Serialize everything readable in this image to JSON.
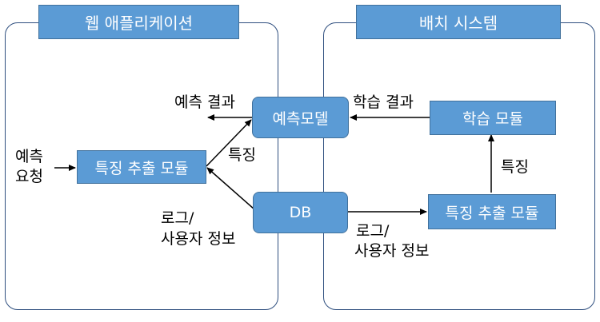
{
  "panels": {
    "web": {
      "title": "웹 애플리케이션"
    },
    "batch": {
      "title": "배치 시스템"
    }
  },
  "nodes": {
    "prediction_model": "예측모델",
    "feature_extraction_web": "특징 추출 모듈",
    "db": "DB",
    "training_module": "학습 모듈",
    "feature_extraction_batch": "특징 추출 모듈"
  },
  "labels": {
    "prediction_result": "예측 결과",
    "training_result": "학습 결과",
    "prediction_request_line1": "예측",
    "prediction_request_line2": "요청",
    "feature_web": "특징",
    "feature_batch": "특징",
    "log_user_web_line1": "로그/",
    "log_user_web_line2": "사용자 정보",
    "log_user_batch_line1": "로그/",
    "log_user_batch_line2": "사용자 정보"
  }
}
